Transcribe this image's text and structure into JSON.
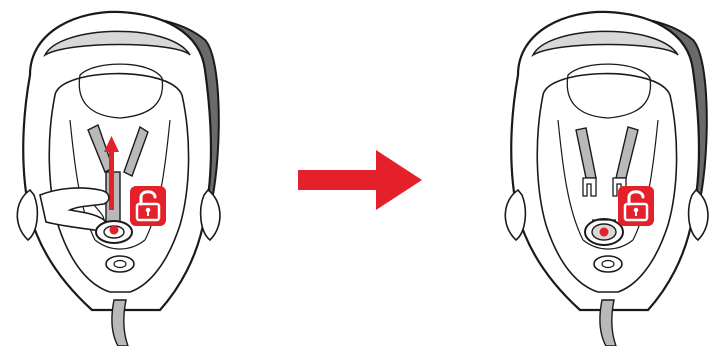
{
  "diagram": {
    "panels": [
      {
        "id": "before",
        "step": "press-release-button-and-pull-strap",
        "lock_state": "unlocked"
      },
      {
        "id": "after",
        "step": "buckle-tongues-released",
        "lock_state": "unlocked"
      }
    ],
    "connector": {
      "icon": "right-arrow-icon"
    },
    "colors": {
      "accent_red": "#e4202a",
      "outline": "#1a1a1a",
      "shell_grey": "#6a6a6a",
      "strap_grey": "#b9b9b9",
      "background": "#ffffff"
    },
    "icons": [
      "unlocked-padlock-icon",
      "right-arrow-icon",
      "hand-icon",
      "buckle-icon"
    ]
  }
}
